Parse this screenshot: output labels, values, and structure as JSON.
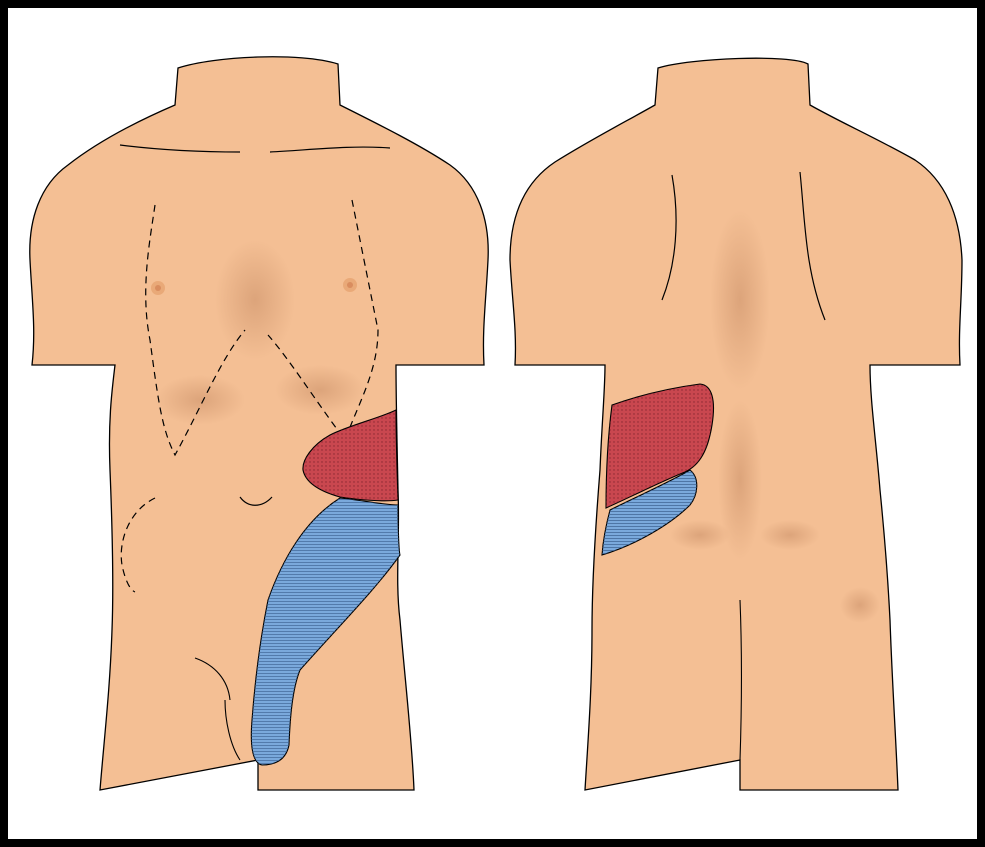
{
  "colors": {
    "frame": "#000000",
    "paper": "#ffffff",
    "skin": "#f4bf94",
    "skin_shade": "#d99d74",
    "outline": "#000000",
    "red_zone": "#c9474f",
    "blue_zone": "#7aa9dc",
    "nipple": "#d98d5f"
  },
  "views": [
    {
      "id": "anterior-view",
      "zones": [
        "red-zone",
        "blue-zone"
      ],
      "markings": [
        "dashed-rib-margin-lines",
        "dashed-inguinal-line"
      ]
    },
    {
      "id": "posterior-view",
      "zones": [
        "red-zone",
        "blue-zone"
      ]
    }
  ]
}
